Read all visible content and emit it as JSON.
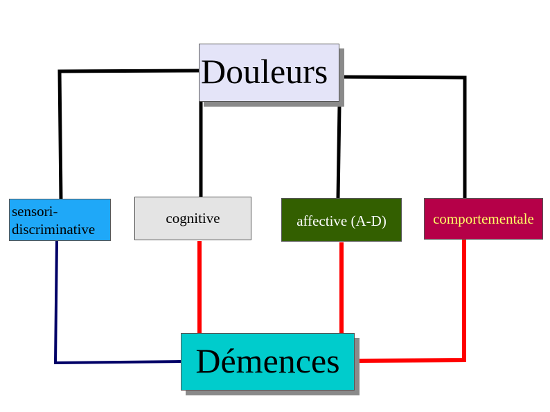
{
  "diagram": {
    "top_node": {
      "label": "Douleurs",
      "fill": "#e4e4f8"
    },
    "bottom_node": {
      "label": "Démences",
      "fill": "#00cccc"
    },
    "categories": [
      {
        "id": "sensori",
        "line1": "sensori-",
        "line2": "discriminative",
        "fill": "#1fa8f8",
        "text_color": "#000000"
      },
      {
        "id": "cognitive",
        "label": "cognitive",
        "fill": "#e4e4e4",
        "text_color": "#000000"
      },
      {
        "id": "affective",
        "label": "affective (A-D)",
        "fill": "#335f00",
        "text_color": "#ffffff"
      },
      {
        "id": "comportementale",
        "label": "comportementale",
        "fill": "#b50048",
        "text_color": "#ffff66"
      }
    ],
    "connector_colors": {
      "to_douleurs": "#000000",
      "sensori_to_demences": "#000066",
      "others_to_demences": "#ff0000"
    }
  }
}
